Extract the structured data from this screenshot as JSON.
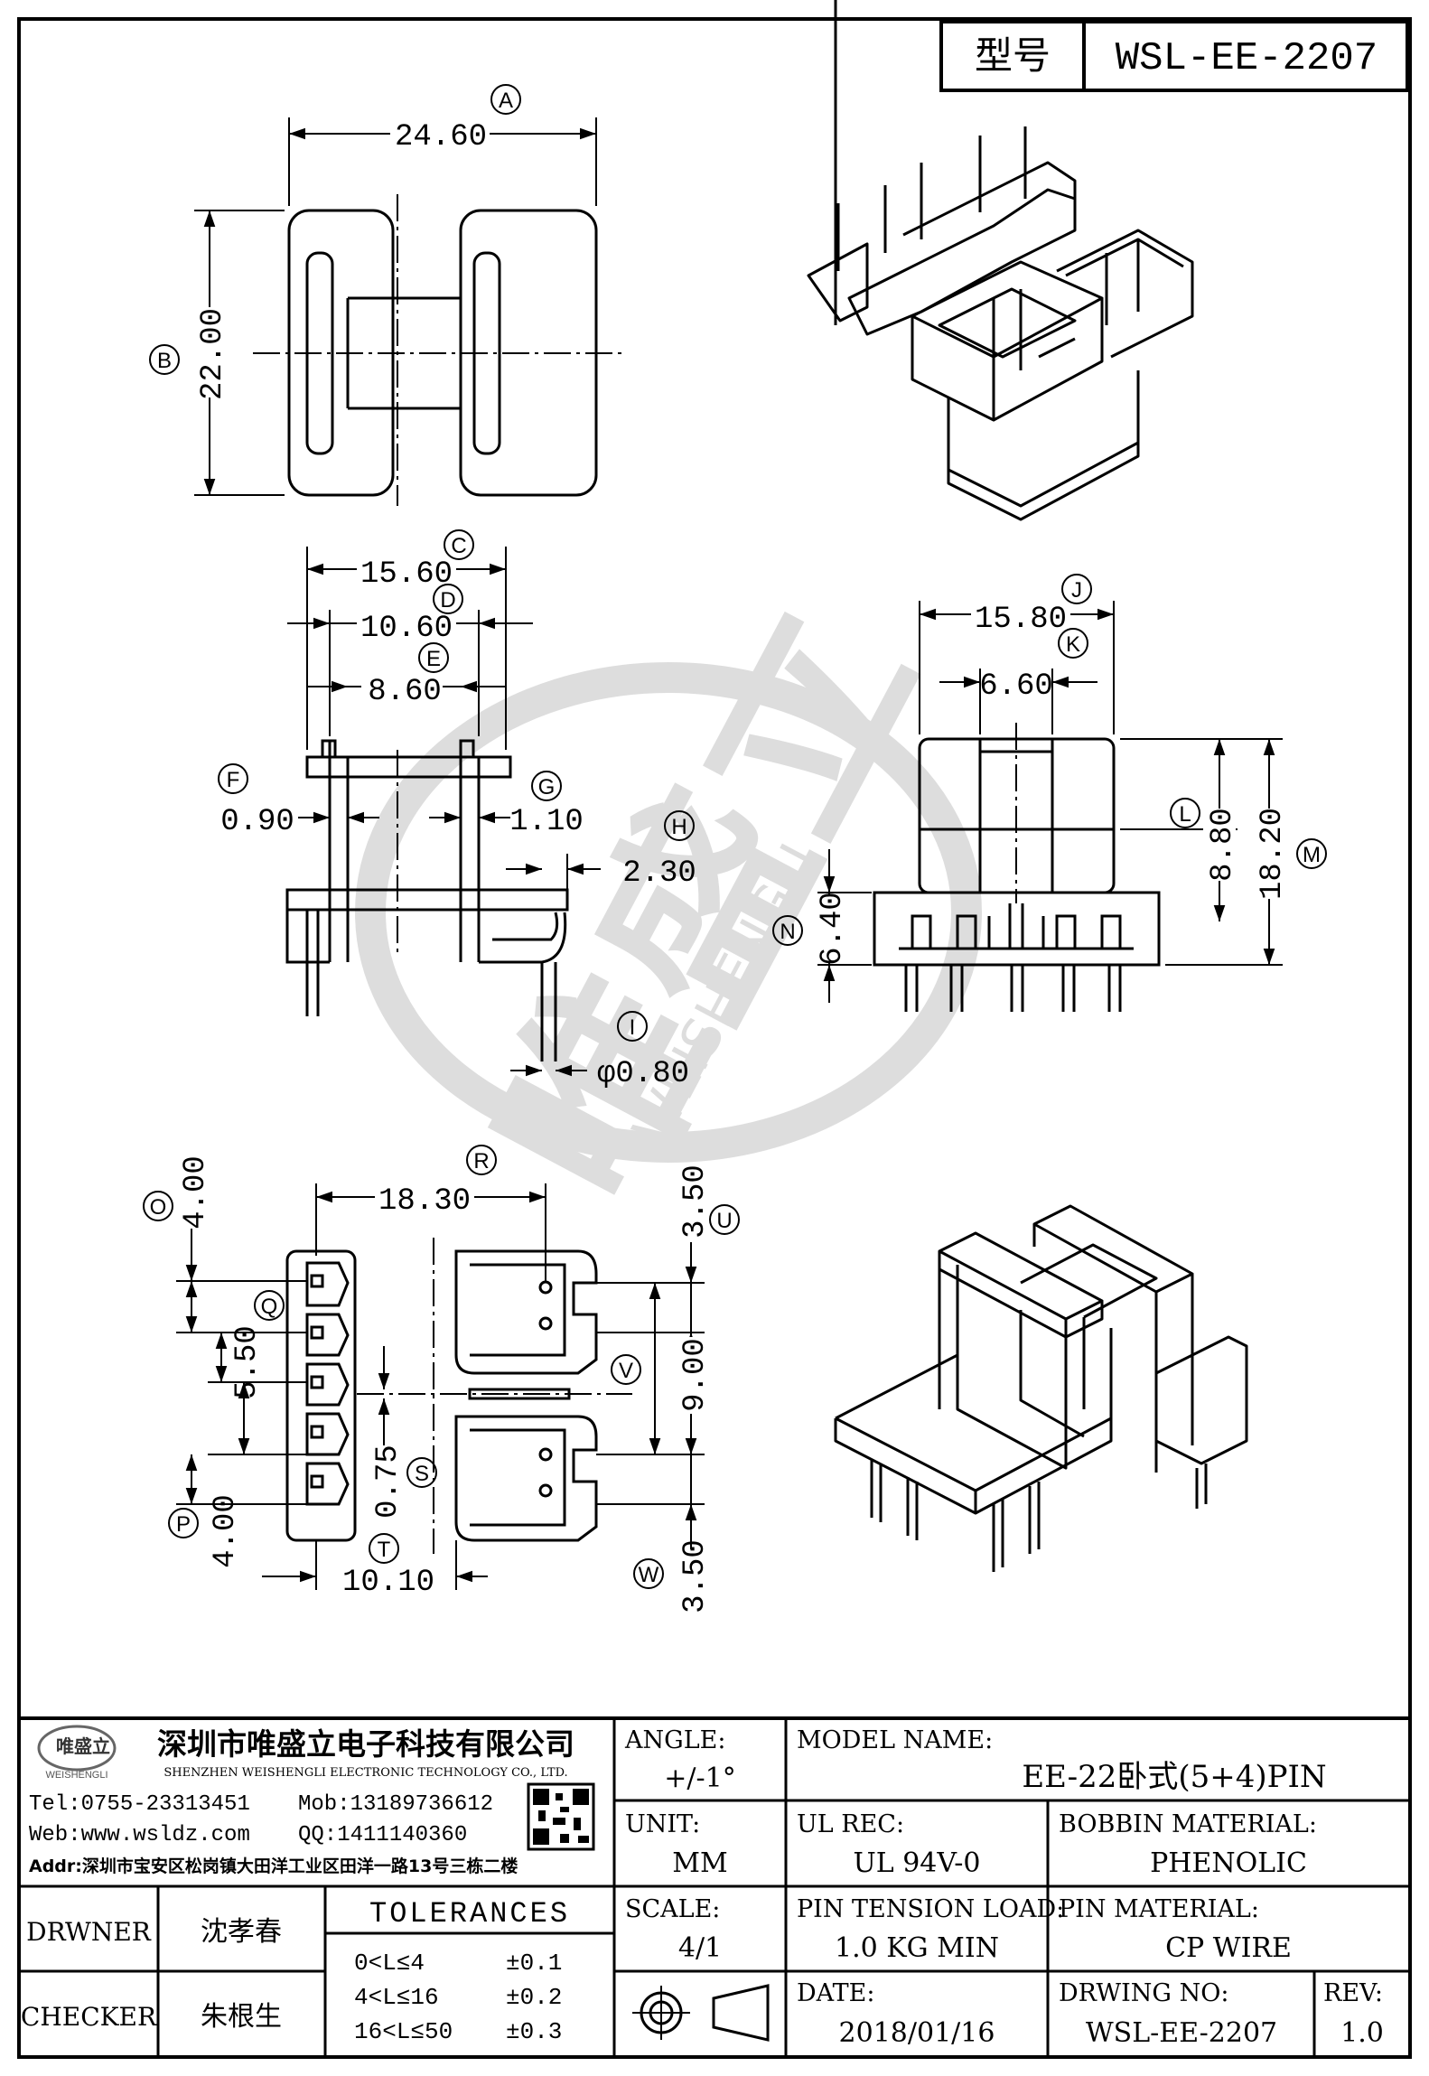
{
  "header": {
    "type_label": "型号",
    "model_code": "WSL-EE-2207"
  },
  "watermark": {
    "brand_cn": "唯盛立",
    "brand_en": "WEISHENGLI"
  },
  "dimensions": {
    "A": {
      "letter": "A",
      "value": "24.60"
    },
    "B": {
      "letter": "B",
      "value": "22.00"
    },
    "C": {
      "letter": "C",
      "value": "15.60"
    },
    "D": {
      "letter": "D",
      "value": "10.60"
    },
    "E": {
      "letter": "E",
      "value": "8.60"
    },
    "F": {
      "letter": "F",
      "value": "0.90"
    },
    "G": {
      "letter": "G",
      "value": "1.10"
    },
    "H": {
      "letter": "H",
      "value": "2.30"
    },
    "I": {
      "letter": "I",
      "value": "φ0.80"
    },
    "J": {
      "letter": "J",
      "value": "15.80"
    },
    "K": {
      "letter": "K",
      "value": "6.60"
    },
    "L": {
      "letter": "L",
      "value": "8.80"
    },
    "M": {
      "letter": "M",
      "value": "18.20"
    },
    "N": {
      "letter": "N",
      "value": "6.40"
    },
    "O": {
      "letter": "O",
      "value": "4.00"
    },
    "P": {
      "letter": "P",
      "value": "4.00"
    },
    "Q": {
      "letter": "Q",
      "value": "5.50"
    },
    "R": {
      "letter": "R",
      "value": "18.30"
    },
    "S": {
      "letter": "S",
      "value": "0.75"
    },
    "T": {
      "letter": "T",
      "value": "10.10"
    },
    "U": {
      "letter": "U",
      "value": "3.50"
    },
    "V": {
      "letter": "V",
      "value": "9.00"
    },
    "W": {
      "letter": "W",
      "value": "3.50"
    }
  },
  "title_block": {
    "company_cn": "深圳市唯盛立电子科技有限公司",
    "company_en": "SHENZHEN WEISHENGLI ELECTRONIC TECHNOLOGY CO., LTD.",
    "logo_text": "唯盛立",
    "logo_sub": "WEISHENGLI",
    "tel": "Tel:0755-23313451",
    "mob": "Mob:13189736612",
    "web": "Web:www.wsldz.com",
    "qq": "QQ:1411140360",
    "addr": "Addr:深圳市宝安区松岗镇大田洋工业区田洋一路13号三栋二楼",
    "drawer_label": "DRWNER",
    "drawer_name": "沈孝春",
    "checker_label": "CHECKER",
    "checker_name": "朱根生",
    "tolerances_title": "TOLERANCES",
    "tolerance_rows": [
      {
        "range": "0<L≤4",
        "tol": "±0.1"
      },
      {
        "range": "4<L≤16",
        "tol": "±0.2"
      },
      {
        "range": "16<L≤50",
        "tol": "±0.3"
      }
    ],
    "angle_label": "ANGLE:",
    "angle_value": "+/-1°",
    "unit_label": "UNIT:",
    "unit_value": "MM",
    "scale_label": "SCALE:",
    "scale_value": "4/1",
    "model_name_label": "MODEL NAME:",
    "model_name_value": "EE-22卧式(5+4)PIN",
    "ul_label": "UL REC:",
    "ul_value": "UL 94V-0",
    "bobbin_label": "BOBBIN MATERIAL:",
    "bobbin_value": "PHENOLIC",
    "pin_tension_label": "PIN TENSION LOAD:",
    "pin_tension_value": "1.0 KG MIN",
    "pin_material_label": "PIN MATERIAL:",
    "pin_material_value": "CP WIRE",
    "date_label": "DATE:",
    "date_value": "2018/01/16",
    "drawing_no_label": "DRWING NO:",
    "drawing_no_value": "WSL-EE-2207",
    "rev_label": "REV:",
    "rev_value": "1.0"
  }
}
